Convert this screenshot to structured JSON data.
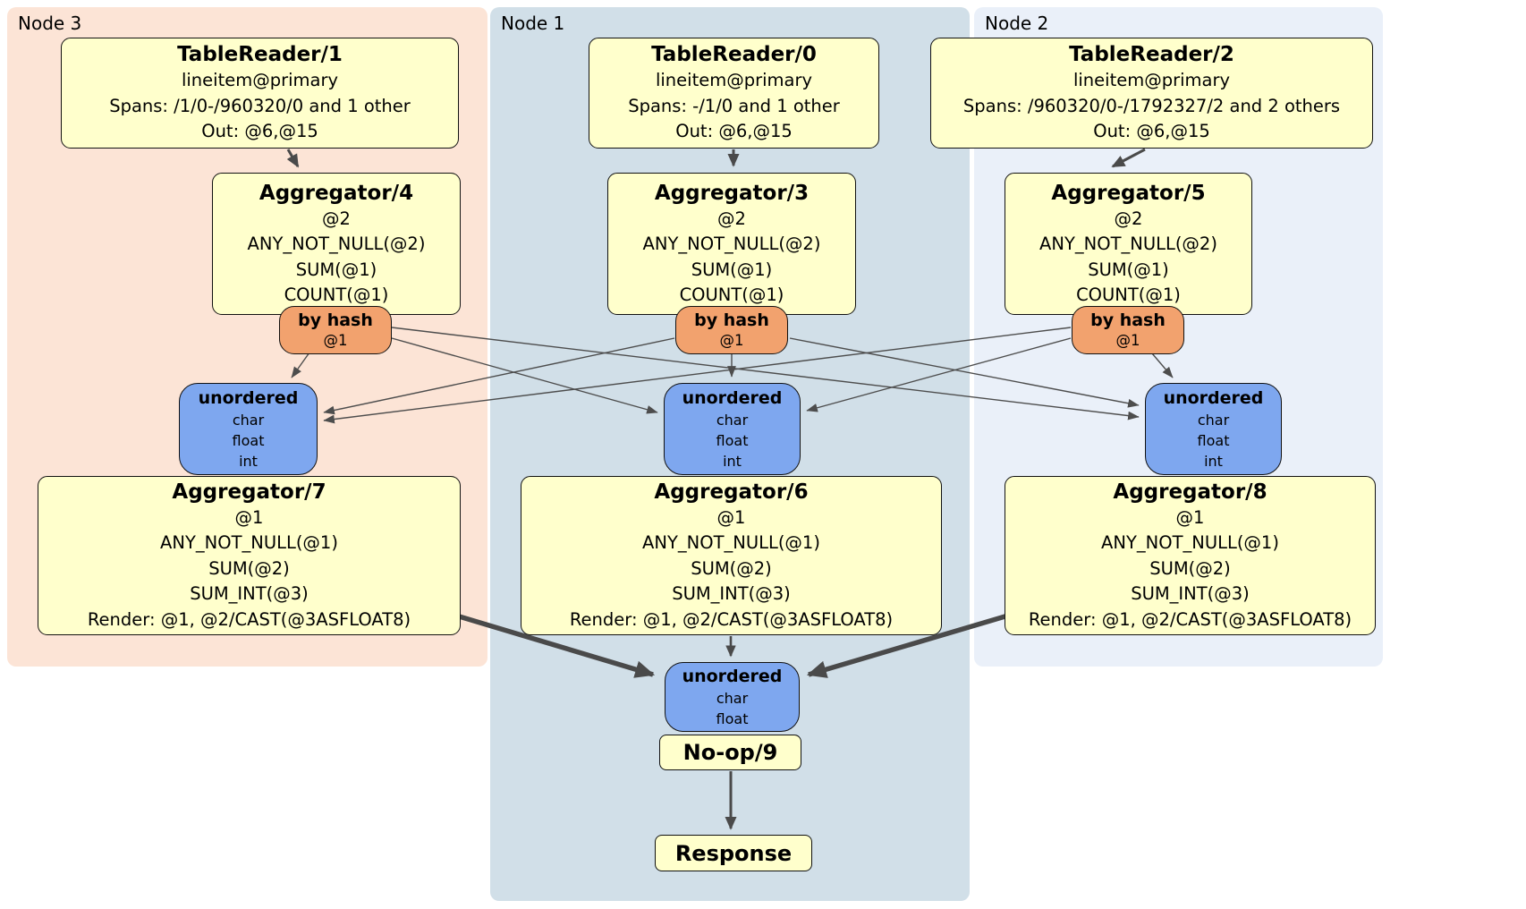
{
  "palette": {
    "node3_bg": "#fce4d6",
    "node1_bg": "#d1dfe8",
    "node2_bg": "#eaf0f9",
    "processor_bg": "#ffffcc",
    "router_bg": "#f2a26e",
    "sync_bg": "#7ea7ef",
    "edge_color": "#4a4a4a"
  },
  "node_groups": [
    {
      "id": "node3",
      "label": "Node 3"
    },
    {
      "id": "node1",
      "label": "Node 1"
    },
    {
      "id": "node2",
      "label": "Node 2"
    }
  ],
  "processors": {
    "tr1": {
      "title": "TableReader/1",
      "lines": [
        "lineitem@primary",
        "Spans: /1/0-/960320/0 and 1 other",
        "Out: @6,@15"
      ]
    },
    "tr0": {
      "title": "TableReader/0",
      "lines": [
        "lineitem@primary",
        "Spans: -/1/0 and 1 other",
        "Out: @6,@15"
      ]
    },
    "tr2": {
      "title": "TableReader/2",
      "lines": [
        "lineitem@primary",
        "Spans: /960320/0-/1792327/2 and 2 others",
        "Out: @6,@15"
      ]
    },
    "agg4": {
      "title": "Aggregator/4",
      "lines": [
        "@2",
        "ANY_NOT_NULL(@2)",
        "SUM(@1)",
        "COUNT(@1)"
      ]
    },
    "agg3": {
      "title": "Aggregator/3",
      "lines": [
        "@2",
        "ANY_NOT_NULL(@2)",
        "SUM(@1)",
        "COUNT(@1)"
      ]
    },
    "agg5": {
      "title": "Aggregator/5",
      "lines": [
        "@2",
        "ANY_NOT_NULL(@2)",
        "SUM(@1)",
        "COUNT(@1)"
      ]
    },
    "agg7": {
      "title": "Aggregator/7",
      "lines": [
        "@1",
        "ANY_NOT_NULL(@1)",
        "SUM(@2)",
        "SUM_INT(@3)",
        "Render: @1, @2/CAST(@3ASFLOAT8)"
      ]
    },
    "agg6": {
      "title": "Aggregator/6",
      "lines": [
        "@1",
        "ANY_NOT_NULL(@1)",
        "SUM(@2)",
        "SUM_INT(@3)",
        "Render: @1, @2/CAST(@3ASFLOAT8)"
      ]
    },
    "agg8": {
      "title": "Aggregator/8",
      "lines": [
        "@1",
        "ANY_NOT_NULL(@1)",
        "SUM(@2)",
        "SUM_INT(@3)",
        "Render: @1, @2/CAST(@3ASFLOAT8)"
      ]
    },
    "noop": {
      "title": "No-op/9"
    },
    "response": {
      "title": "Response"
    }
  },
  "router": {
    "title": "by hash",
    "arg": "@1"
  },
  "syncs": {
    "full": {
      "title": "unordered",
      "types": [
        "char",
        "float",
        "int"
      ]
    },
    "final": {
      "title": "unordered",
      "types": [
        "char",
        "float"
      ]
    }
  }
}
